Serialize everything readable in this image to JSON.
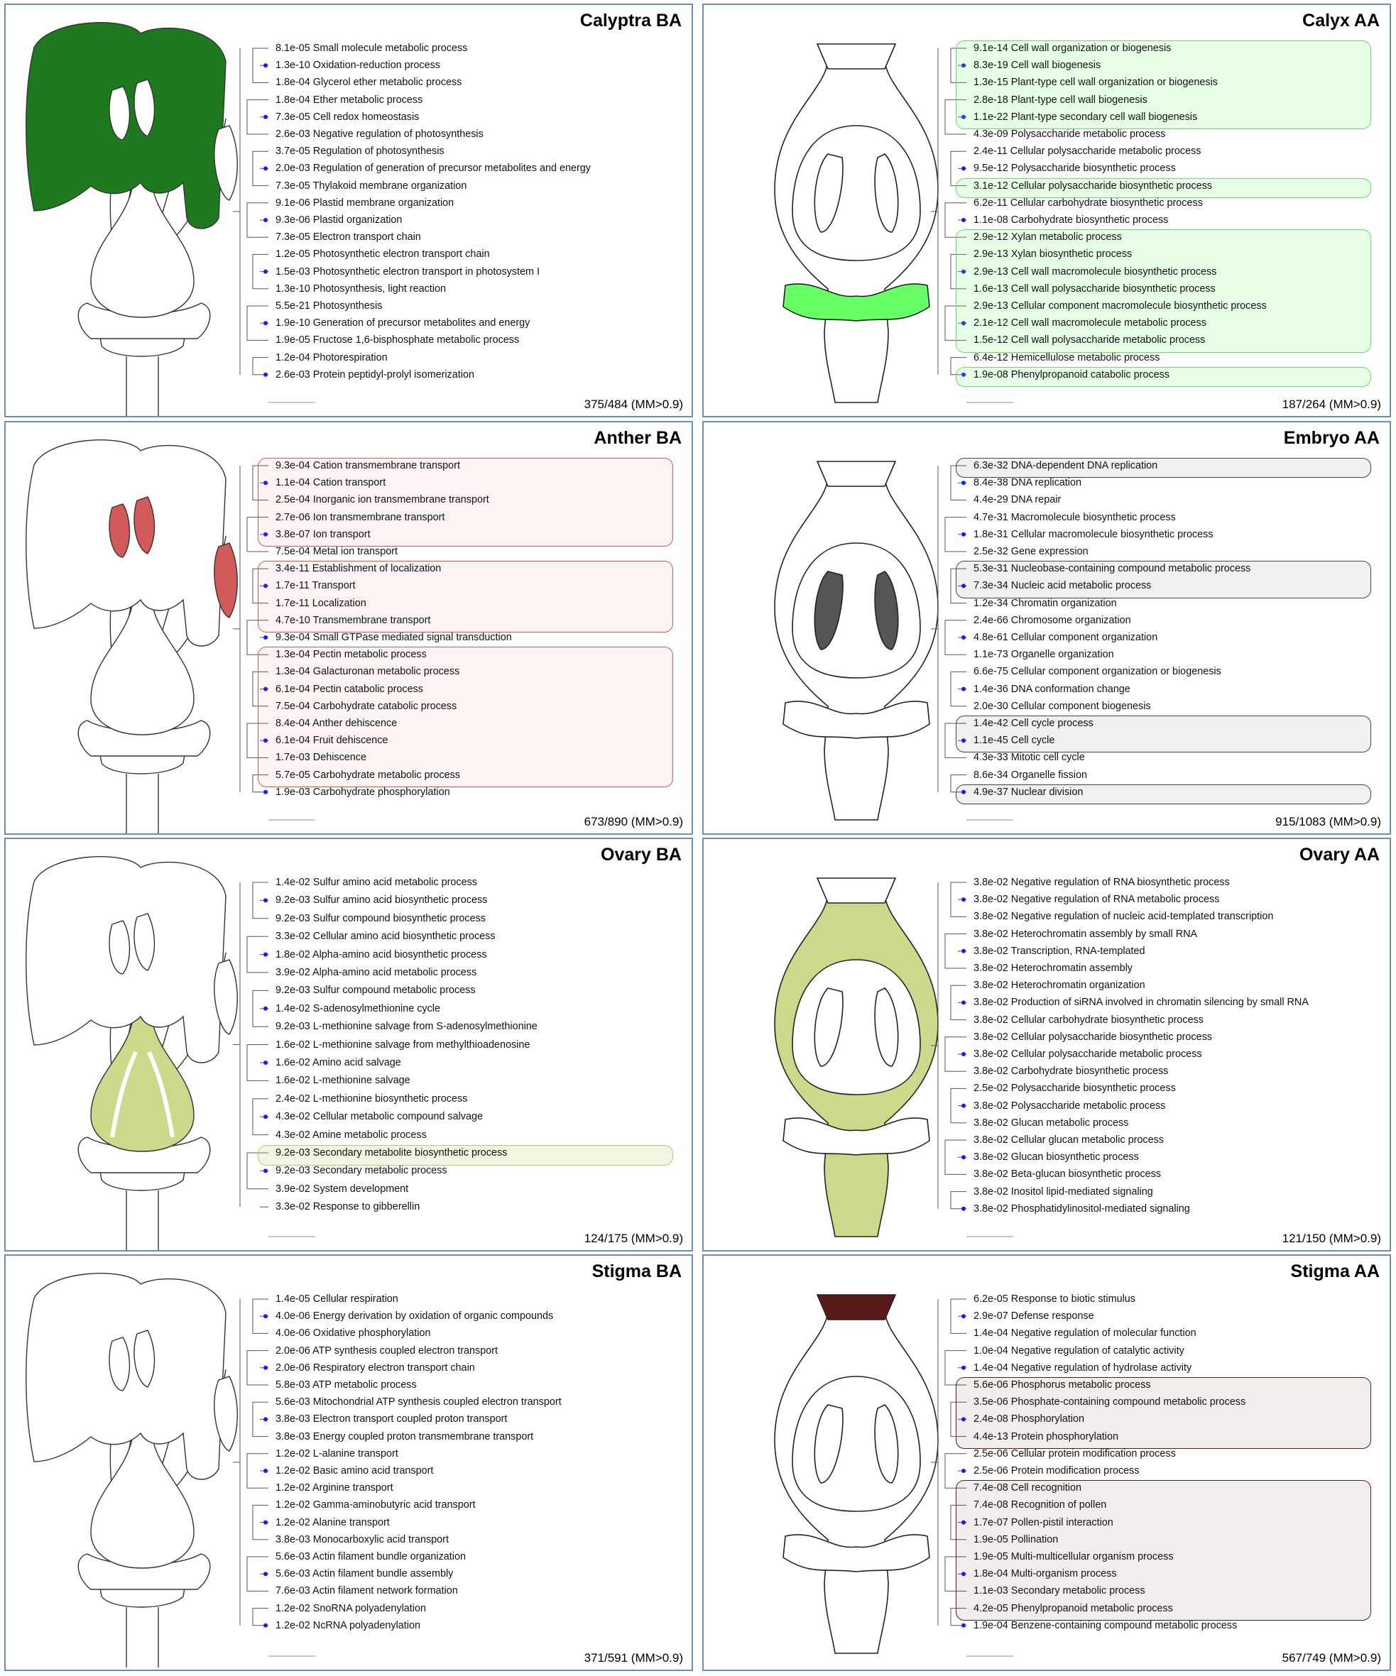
{
  "colors": {
    "panel_border": "#6b8fb8",
    "calyptra_fill": "#1f7a1f",
    "calyx_fill": "#66ff66",
    "anther_fill": "#d25a5a",
    "embryo_fill": "#555555",
    "ovary_fill": "#cdd98a",
    "stigma_fill": "#5a1a1a",
    "node_dot": "#1a1aff"
  },
  "panels": [
    {
      "id": "calyptra-ba",
      "title": "Calyptra BA",
      "count": "375/484 (MM>0.9)",
      "drawing": "ba",
      "highlight": "calyptra",
      "terms": [
        "8.1e-05 Small molecule metabolic process",
        "1.3e-10 Oxidation-reduction process",
        "1.8e-04 Glycerol ether metabolic process",
        "1.8e-04 Ether metabolic process",
        "7.3e-05 Cell redox homeostasis",
        "2.6e-03 Negative regulation of photosynthesis",
        "3.7e-05 Regulation of photosynthesis",
        "2.0e-03 Regulation of generation of precursor metabolites and energy",
        "7.3e-05 Thylakoid membrane organization",
        "9.1e-06 Plastid membrane organization",
        "9.3e-06 Plastid organization",
        "7.3e-05 Electron transport chain",
        "1.2e-05 Photosynthetic electron transport chain",
        "1.5e-03 Photosynthetic electron transport in photosystem I",
        "1.3e-10 Photosynthesis, light reaction",
        "5.5e-21 Photosynthesis",
        "1.9e-10 Generation of precursor metabolites and energy",
        "1.9e-05 Fructose 1,6-bisphosphate metabolic process",
        "1.2e-04 Photorespiration",
        "2.6e-03 Protein peptidyl-prolyl isomerization"
      ],
      "boxes": []
    },
    {
      "id": "calyx-aa",
      "title": "Calyx AA",
      "count": "187/264 (MM>0.9)",
      "drawing": "aa",
      "highlight": "calyx",
      "terms": [
        "9.1e-14 Cell wall organization or biogenesis",
        "8.3e-19 Cell wall biogenesis",
        "1.3e-15 Plant-type cell wall organization or biogenesis",
        "2.8e-18 Plant-type cell wall biogenesis",
        "1.1e-22 Plant-type secondary cell wall biogenesis",
        "4.3e-09 Polysaccharide metabolic process",
        "2.4e-11 Cellular polysaccharide metabolic process",
        "9.5e-12 Polysaccharide biosynthetic process",
        "3.1e-12 Cellular polysaccharide biosynthetic process",
        "6.2e-11 Cellular carbohydrate biosynthetic process",
        "1.1e-08 Carbohydrate biosynthetic process",
        "2.9e-12 Xylan metabolic process",
        "2.9e-13 Xylan biosynthetic process",
        "2.9e-13 Cell wall macromolecule biosynthetic process",
        "1.6e-13 Cell wall polysaccharide biosynthetic process",
        "2.9e-13 Cellular component macromolecule biosynthetic process",
        "2.1e-12 Cell wall macromolecule metabolic process",
        "1.5e-12 Cell wall polysaccharide metabolic process",
        "6.4e-12 Hemicellulose metabolic process",
        "1.9e-08 Phenylpropanoid catabolic process"
      ],
      "boxes": [
        [
          0,
          4
        ],
        [
          8,
          8
        ],
        [
          11,
          17
        ],
        [
          19,
          19
        ]
      ]
    },
    {
      "id": "anther-ba",
      "title": "Anther BA",
      "count": "673/890 (MM>0.9)",
      "drawing": "ba",
      "highlight": "anther",
      "terms": [
        "9.3e-04 Cation transmembrane transport",
        "1.1e-04 Cation transport",
        "2.5e-04 Inorganic ion transmembrane transport",
        "2.7e-06 Ion transmembrane transport",
        "3.8e-07 Ion transport",
        "7.5e-04 Metal ion transport",
        "3.4e-11 Establishment of localization",
        "1.7e-11 Transport",
        "1.7e-11 Localization",
        "4.7e-10 Transmembrane transport",
        "9.3e-04 Small GTPase mediated signal transduction",
        "1.3e-04 Pectin metabolic process",
        "1.3e-04 Galacturonan metabolic process",
        "6.1e-04 Pectin catabolic process",
        "7.5e-04 Carbohydrate catabolic process",
        "8.4e-04 Anther dehiscence",
        "6.1e-04 Fruit dehiscence",
        "1.7e-03 Dehiscence",
        "5.7e-05 Carbohydrate metabolic process",
        "1.9e-03 Carbohydrate phosphorylation"
      ],
      "boxes": [
        [
          0,
          4
        ],
        [
          6,
          9
        ],
        [
          11,
          18
        ]
      ]
    },
    {
      "id": "embryo-aa",
      "title": "Embryo AA",
      "count": "915/1083 (MM>0.9)",
      "drawing": "aa",
      "highlight": "embryo",
      "terms": [
        "6.3e-32 DNA-dependent DNA replication",
        "8.4e-38 DNA replication",
        "4.4e-29 DNA repair",
        "4.7e-31 Macromolecule biosynthetic process",
        "1.8e-31 Cellular macromolecule biosynthetic process",
        "2.5e-32 Gene expression",
        "5.3e-31 Nucleobase-containing compound metabolic process",
        "7.3e-34 Nucleic acid metabolic process",
        "1.2e-34 Chromatin organization",
        "2.4e-66 Chromosome organization",
        "4.8e-61 Cellular component organization",
        "1.1e-73 Organelle organization",
        "6.6e-75 Cellular component organization or biogenesis",
        "1.4e-36 DNA conformation change",
        "2.0e-30 Cellular component biogenesis",
        "1.4e-42 Cell cycle process",
        "1.1e-45 Cell cycle",
        "4.3e-33 Mitotic cell cycle",
        "8.6e-34 Organelle fission",
        "4.9e-37 Nuclear division"
      ],
      "boxes": [
        [
          0,
          0
        ],
        [
          6,
          7
        ],
        [
          15,
          16
        ],
        [
          19,
          19
        ]
      ]
    },
    {
      "id": "ovary-ba",
      "title": "Ovary BA",
      "count": "124/175 (MM>0.9)",
      "drawing": "ba",
      "highlight": "ovary",
      "terms": [
        "1.4e-02 Sulfur amino acid metabolic process",
        "9.2e-03 Sulfur amino acid biosynthetic process",
        "9.2e-03 Sulfur compound biosynthetic process",
        "3.3e-02 Cellular amino acid biosynthetic process",
        "1.8e-02 Alpha-amino acid biosynthetic process",
        "3.9e-02 Alpha-amino acid metabolic process",
        "9.2e-03 Sulfur compound metabolic process",
        "1.4e-02 S-adenosylmethionine cycle",
        "9.2e-03 L-methionine salvage from S-adenosylmethionine",
        "1.6e-02 L-methionine salvage from methylthioadenosine",
        "1.6e-02 Amino acid salvage",
        "1.6e-02 L-methionine salvage",
        "2.4e-02 L-methionine biosynthetic process",
        "4.3e-02 Cellular metabolic compound salvage",
        "4.3e-02 Amine metabolic process",
        "9.2e-03 Secondary metabolite biosynthetic process",
        "9.2e-03 Secondary metabolic process",
        "3.9e-02 System development",
        "3.3e-02 Response to gibberellin"
      ],
      "boxes": [
        [
          15,
          15
        ]
      ]
    },
    {
      "id": "ovary-aa",
      "title": "Ovary AA",
      "count": "121/150 (MM>0.9)",
      "drawing": "aa",
      "highlight": "ovary",
      "terms": [
        "3.8e-02 Negative regulation of RNA biosynthetic process",
        "3.8e-02 Negative regulation of RNA metabolic process",
        "3.8e-02 Negative regulation of nucleic acid-templated transcription",
        "3.8e-02 Heterochromatin assembly by small RNA",
        "3.8e-02 Transcription, RNA-templated",
        "3.8e-02 Heterochromatin assembly",
        "3.8e-02 Heterochromatin organization",
        "3.8e-02 Production of siRNA involved in chromatin silencing by small RNA",
        "3.8e-02 Cellular carbohydrate biosynthetic process",
        "3.8e-02 Cellular polysaccharide biosynthetic process",
        "3.8e-02 Cellular polysaccharide metabolic process",
        "3.8e-02 Carbohydrate biosynthetic process",
        "2.5e-02 Polysaccharide biosynthetic process",
        "3.8e-02 Polysaccharide metabolic process",
        "3.8e-02 Glucan metabolic process",
        "3.8e-02 Cellular glucan metabolic process",
        "3.8e-02 Glucan biosynthetic process",
        "3.8e-02 Beta-glucan biosynthetic process",
        "3.8e-02 Inositol lipid-mediated signaling",
        "3.8e-02 Phosphatidylinositol-mediated signaling"
      ],
      "boxes": []
    },
    {
      "id": "stigma-ba",
      "title": "Stigma BA",
      "count": "371/591 (MM>0.9)",
      "drawing": "ba",
      "highlight": "stigma",
      "terms": [
        "1.4e-05 Cellular respiration",
        "4.0e-06 Energy derivation by oxidation of organic compounds",
        "4.0e-06 Oxidative phosphorylation",
        "2.0e-06 ATP synthesis coupled electron transport",
        "2.0e-06 Respiratory electron transport chain",
        "5.8e-03 ATP metabolic process",
        "5.6e-03 Mitochondrial ATP synthesis coupled electron transport",
        "3.8e-03 Electron transport coupled proton transport",
        "3.8e-03 Energy coupled proton transmembrane transport",
        "1.2e-02 L-alanine transport",
        "1.2e-02 Basic amino acid transport",
        "1.2e-02 Arginine transport",
        "1.2e-02 Gamma-aminobutyric acid transport",
        "1.2e-02 Alanine transport",
        "3.8e-03 Monocarboxylic acid transport",
        "5.6e-03 Actin filament bundle organization",
        "5.6e-03 Actin filament bundle assembly",
        "7.6e-03 Actin filament network formation",
        "1.2e-02 SnoRNA polyadenylation",
        "1.2e-02 NcRNA polyadenylation"
      ],
      "boxes": []
    },
    {
      "id": "stigma-aa",
      "title": "Stigma AA",
      "count": "567/749 (MM>0.9)",
      "drawing": "aa",
      "highlight": "stigma",
      "terms": [
        "6.2e-05 Response to biotic stimulus",
        "2.9e-07 Defense response",
        "1.4e-04 Negative regulation of molecular function",
        "1.0e-04 Negative regulation of catalytic activity",
        "1.4e-04 Negative regulation of hydrolase activity",
        "5.6e-06 Phosphorus metabolic process",
        "3.5e-06 Phosphate-containing compound metabolic process",
        "2.4e-08 Phosphorylation",
        "4.4e-13 Protein phosphorylation",
        "2.5e-06 Cellular protein modification process",
        "2.5e-06 Protein modification process",
        "7.4e-08 Cell recognition",
        "7.4e-08 Recognition of pollen",
        "1.7e-07 Pollen-pistil interaction",
        "1.9e-05 Pollination",
        "1.9e-05 Multi-multicellular organism process",
        "1.8e-04 Multi-organism process",
        "1.1e-03 Secondary metabolic process",
        "4.2e-05 Phenylpropanoid metabolic process",
        "1.9e-04 Benzene-containing compound metabolic process"
      ],
      "boxes": [
        [
          5,
          8
        ],
        [
          11,
          18
        ]
      ]
    }
  ]
}
